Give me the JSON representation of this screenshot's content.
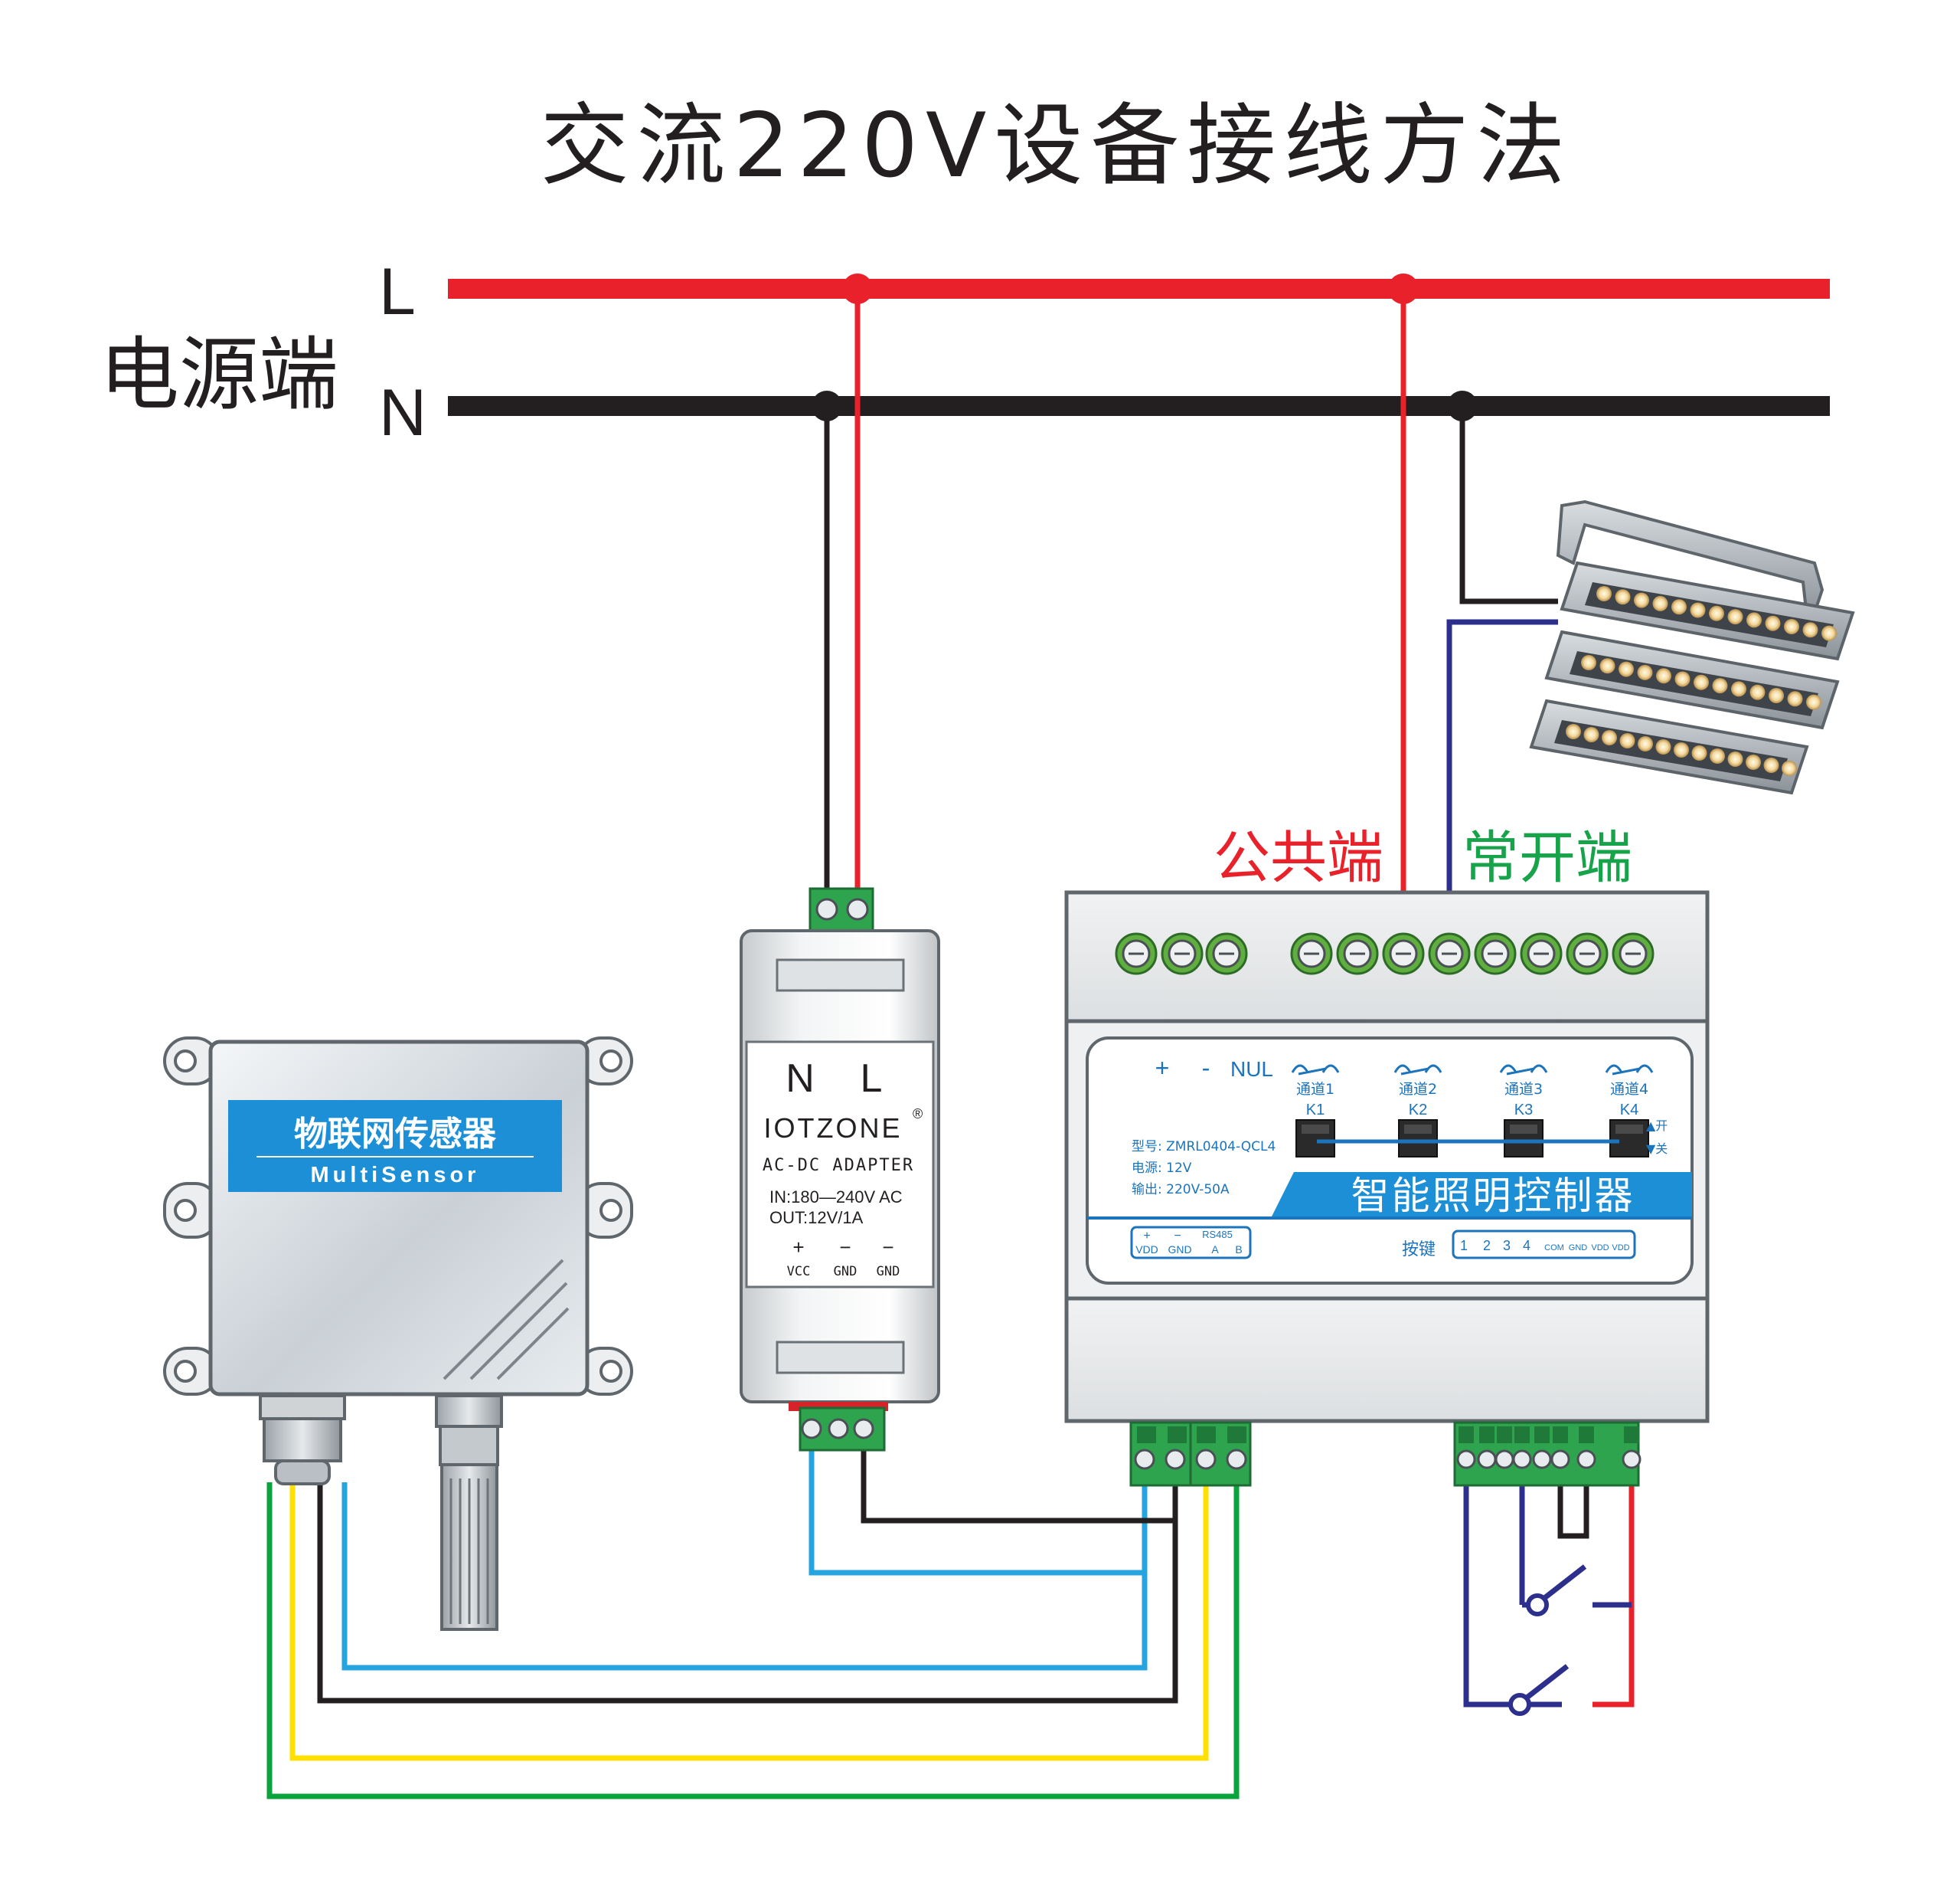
{
  "title": "交流220V设备接线方法",
  "power": {
    "label": "电源端",
    "line_L": "L",
    "line_N": "N"
  },
  "terminal_labels": {
    "common": "公共端",
    "normally_open": "常开端"
  },
  "sensor": {
    "name_cn": "物联网传感器",
    "name_en": "MultiSensor"
  },
  "adapter": {
    "pin_N": "N",
    "pin_L": "L",
    "brand": "IOTZONE",
    "registered": "®",
    "type": "AC-DC ADAPTER",
    "input": "IN:180—240V AC",
    "output": "OUT:12V/1A",
    "out_signs": [
      "+",
      "−",
      "−"
    ],
    "out_pins": [
      "VCC",
      "GND",
      "GND"
    ]
  },
  "controller": {
    "top_labels": [
      "+",
      "-",
      "NUL"
    ],
    "channels": [
      {
        "name": "通道1",
        "key": "K1"
      },
      {
        "name": "通道2",
        "key": "K2"
      },
      {
        "name": "通道3",
        "key": "K3"
      },
      {
        "name": "通道4",
        "key": "K4"
      }
    ],
    "switch_on": "▲开",
    "switch_off": "▼关",
    "model": "型号: ZMRL0404-QCL4",
    "power": "电源: 12V",
    "output": "输出: 220V-50A",
    "product_name": "智能照明控制器",
    "rs485_label": "RS485",
    "rs485_signs": [
      "+",
      "−"
    ],
    "rs485_pins": [
      "VDD",
      "GND",
      "A",
      "B"
    ],
    "keys_label": "按键",
    "key_pins": [
      "1",
      "2",
      "3",
      "4",
      "COM",
      "GND",
      "VDD",
      "VDD"
    ]
  },
  "colors": {
    "live": "#e8212a",
    "neutral": "#231f20",
    "blue_wire": "#26a4e0",
    "navy_wire": "#2c2f8c",
    "yellow_wire": "#ffe000",
    "green_wire": "#0aa33c",
    "common_label": "#e8212a",
    "no_label": "#17a34a",
    "controller_text": "#1c74bc",
    "label_banner": "#1c8fd6"
  }
}
